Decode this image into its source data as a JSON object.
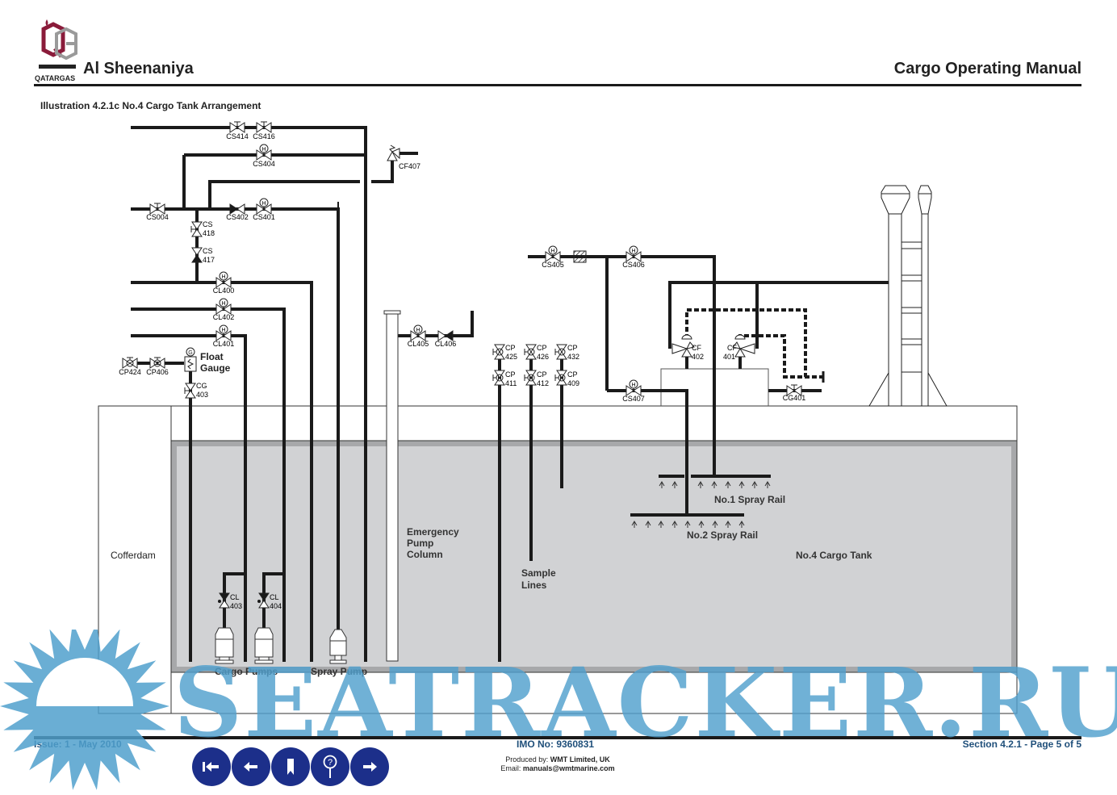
{
  "header": {
    "logo_text": "QATARGAS",
    "vessel_name": "Al Sheenaniya",
    "manual_title": "Cargo Operating Manual",
    "illustration_title": "Illustration 4.2.1c No.4 Cargo Tank Arrangement"
  },
  "diagram": {
    "areas": {
      "cofferdam": "Cofferdam",
      "cargo_tank": "No.4 Cargo Tank",
      "emergency_pump_column": [
        "Emergency",
        "Pump",
        "Column"
      ],
      "sample_lines": [
        "Sample",
        "Lines"
      ],
      "float_gauge": [
        "Float",
        "Gauge"
      ],
      "spray_rail_1": "No.1 Spray Rail",
      "spray_rail_2": "No.2 Spray Rail",
      "cargo_pumps": "Cargo Pumps",
      "spray_pump": "Spray Pump"
    },
    "valves": {
      "cs414": "CS414",
      "cs416": "CS416",
      "cs404": "CS404",
      "cf407": "CF407",
      "cs004": "CS004",
      "cs402": "CS402",
      "cs401": "CS401",
      "cs418": [
        "CS",
        "418"
      ],
      "cs417": [
        "CS",
        "417"
      ],
      "cl400": "CL400",
      "cl402": "CL402",
      "cl401": "CL401",
      "cp424": "CP424",
      "cp406": "CP406",
      "cg403": [
        "CG",
        "403"
      ],
      "cl405": "CL405",
      "cl406": "CL406",
      "cp425": [
        "CP",
        "425"
      ],
      "cp426": [
        "CP",
        "426"
      ],
      "cp432": [
        "CP",
        "432"
      ],
      "cp411": [
        "CP",
        "411"
      ],
      "cp412": [
        "CP",
        "412"
      ],
      "cp409": [
        "CP",
        "409"
      ],
      "cs405": "CS405",
      "cs406": "CS406",
      "cs407": "CS407",
      "cf402": [
        "CF",
        "402"
      ],
      "cf401": [
        "CF",
        "401"
      ],
      "cg401": "CG401",
      "cl403": [
        "CL",
        "403"
      ],
      "cl404": [
        "CL",
        "404"
      ]
    },
    "symbols": {
      "hydraulic": "H",
      "gauge": "G"
    }
  },
  "footer": {
    "issue": "Issue: 1  -  May 2010",
    "imo": "IMO No: 9360831",
    "section": "Section 4.2.1 - Page 5 of 5",
    "produced_label": "Produced by: ",
    "produced_value": "WMT Limited, UK",
    "email_label": "Email: ",
    "email_value": "manuals@wmtmarine.com"
  },
  "navigation": {
    "buttons": [
      {
        "name": "first-page",
        "icon": "first-page-icon"
      },
      {
        "name": "previous-page",
        "icon": "arrow-left-icon"
      },
      {
        "name": "bookmark",
        "icon": "bookmark-icon"
      },
      {
        "name": "help",
        "icon": "help-icon"
      },
      {
        "name": "next-page",
        "icon": "arrow-right-icon"
      }
    ]
  },
  "watermark": {
    "text": "SEATRACKER.RU"
  }
}
